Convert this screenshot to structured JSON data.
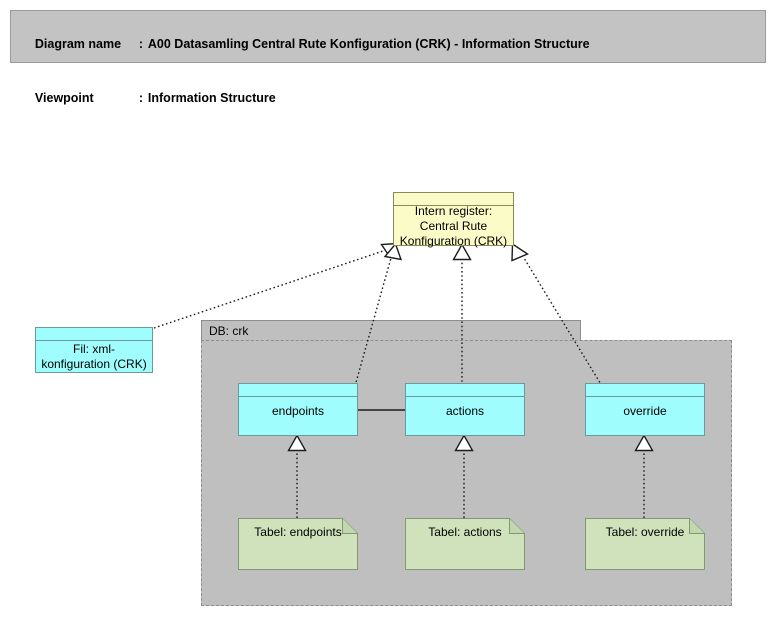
{
  "header": {
    "name_label": "Diagram name",
    "name_sep": ":",
    "name_value": "A00 Datasamling Central Rute Konfiguration (CRK) - Information Structure",
    "viewpoint_label": "Viewpoint",
    "viewpoint_sep": ":",
    "viewpoint_value": "Information Structure"
  },
  "colors": {
    "header_bg": "#c3c3c3",
    "yellow_object": "#fbfbc8",
    "cyan_object": "#9ffdfd",
    "green_document": "#cfe2bc",
    "group_bg": "#bfbfbf",
    "line": "#1c1c1c"
  },
  "nodes": {
    "intern_register": {
      "label": "Intern register:\nCentral Rute\nKonfiguration (CRK)",
      "type": "business-object",
      "color": "#fbfbc8"
    },
    "fil_xml": {
      "label": "Fil: xml-\nkonfiguration (CRK)",
      "type": "data-object",
      "color": "#9ffdfd"
    },
    "endpoints": {
      "label": "endpoints",
      "type": "data-object",
      "color": "#9ffdfd"
    },
    "actions": {
      "label": "actions",
      "type": "data-object",
      "color": "#9ffdfd"
    },
    "override": {
      "label": "override",
      "type": "data-object",
      "color": "#9ffdfd"
    },
    "tabel_endpoints": {
      "label": "Tabel: endpoints",
      "type": "artifact-document",
      "color": "#cfe2bc"
    },
    "tabel_actions": {
      "label": "Tabel: actions",
      "type": "artifact-document",
      "color": "#cfe2bc"
    },
    "tabel_override": {
      "label": "Tabel: override",
      "type": "artifact-document",
      "color": "#cfe2bc"
    }
  },
  "group": {
    "db_crk": {
      "label": "DB: crk",
      "type": "grouping"
    }
  },
  "edges": [
    {
      "from": "fil_xml",
      "to": "intern_register",
      "style": "dotted",
      "arrow": "hollow-triangle"
    },
    {
      "from": "endpoints",
      "to": "intern_register",
      "style": "dotted",
      "arrow": "hollow-triangle"
    },
    {
      "from": "actions",
      "to": "intern_register",
      "style": "dotted",
      "arrow": "hollow-triangle"
    },
    {
      "from": "override",
      "to": "intern_register",
      "style": "dotted",
      "arrow": "hollow-triangle"
    },
    {
      "from": "tabel_endpoints",
      "to": "endpoints",
      "style": "dotted",
      "arrow": "hollow-triangle"
    },
    {
      "from": "tabel_actions",
      "to": "actions",
      "style": "dotted",
      "arrow": "hollow-triangle"
    },
    {
      "from": "tabel_override",
      "to": "override",
      "style": "dotted",
      "arrow": "hollow-triangle"
    },
    {
      "from": "endpoints",
      "to": "actions",
      "style": "solid",
      "arrow": "none"
    }
  ]
}
